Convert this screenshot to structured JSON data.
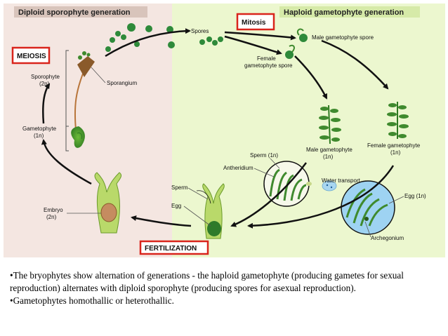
{
  "diagram": {
    "header_left": "Diploid sporophyte generation",
    "header_right": "Haploid gametophyte generation",
    "meiosis_label": "MEIOSIS",
    "mitosis_label": "Mitosis",
    "fertilization_label": "FERTILIZATION",
    "spores": "Spores",
    "male_spore": "Male gametophyte spore",
    "female_spore_l1": "Female",
    "female_spore_l2": "gametophyte spore",
    "sporophyte_l1": "Sporophyte",
    "sporophyte_l2": "(2n)",
    "sporangium": "Sporangium",
    "gametophyte_l1": "Gametophyte",
    "gametophyte_l2": "(1n)",
    "male_gam_l1": "Male gametophyte",
    "male_gam_l2": "(1n)",
    "female_gam_l1": "Female gametophyte",
    "female_gam_l2": "(1n)",
    "sperm_1n": "Sperm (1n)",
    "antheridium": "Antheridium",
    "water_transport": "Water transport",
    "egg_1n": "Egg (1n)",
    "archegonium": "Archegonium",
    "sperm": "Sperm",
    "egg": "Egg",
    "embryo_l1": "Embryo",
    "embryo_l2": "(2n)",
    "colors": {
      "diploid_bg": "#f4e6e1",
      "haploid_bg": "#ecf7cf",
      "arrow": "#111111",
      "plant_green": "#3f8a2e",
      "box_red": "#d9241c"
    }
  },
  "caption": {
    "line1": "•The bryophytes show alternation of generations - the haploid gametophyte (producing gametes for sexual reproduction) alternates with diploid sporophyte (producing spores for asexual reproduction).",
    "line2": "•Gametophytes homothallic or heterothallic."
  }
}
